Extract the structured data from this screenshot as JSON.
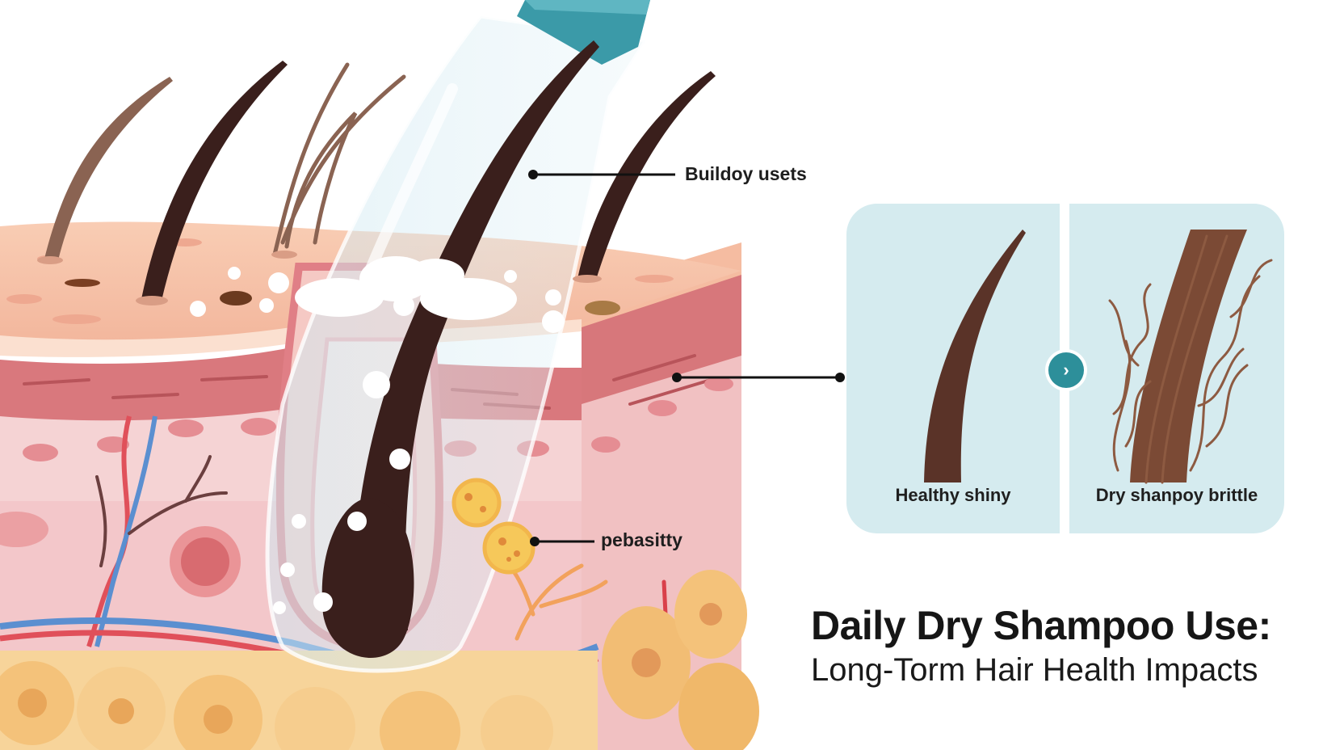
{
  "callouts": {
    "buildup": "Buildoy usets",
    "sebaceous": "pebasitty"
  },
  "comparison": {
    "healthy_caption": "Healthy shiny",
    "dry_caption": "Dry shanpoy brittle",
    "arrow_glyph": "›"
  },
  "title": {
    "main": "Daily Dry Shampoo Use:",
    "subtitle": "Long-Torm Hair Health Impacts"
  },
  "colors": {
    "accent_teal": "#2d8f9a",
    "panel_bg": "#d5ebef",
    "hair_dark": "#3a1f1c",
    "hair_brown": "#7a5544",
    "skin_top": "#f6c2a8",
    "dermis": "#f3c9c9",
    "fat": "#f4c98a"
  },
  "icons": {
    "arrow": "chevron-right-icon"
  }
}
